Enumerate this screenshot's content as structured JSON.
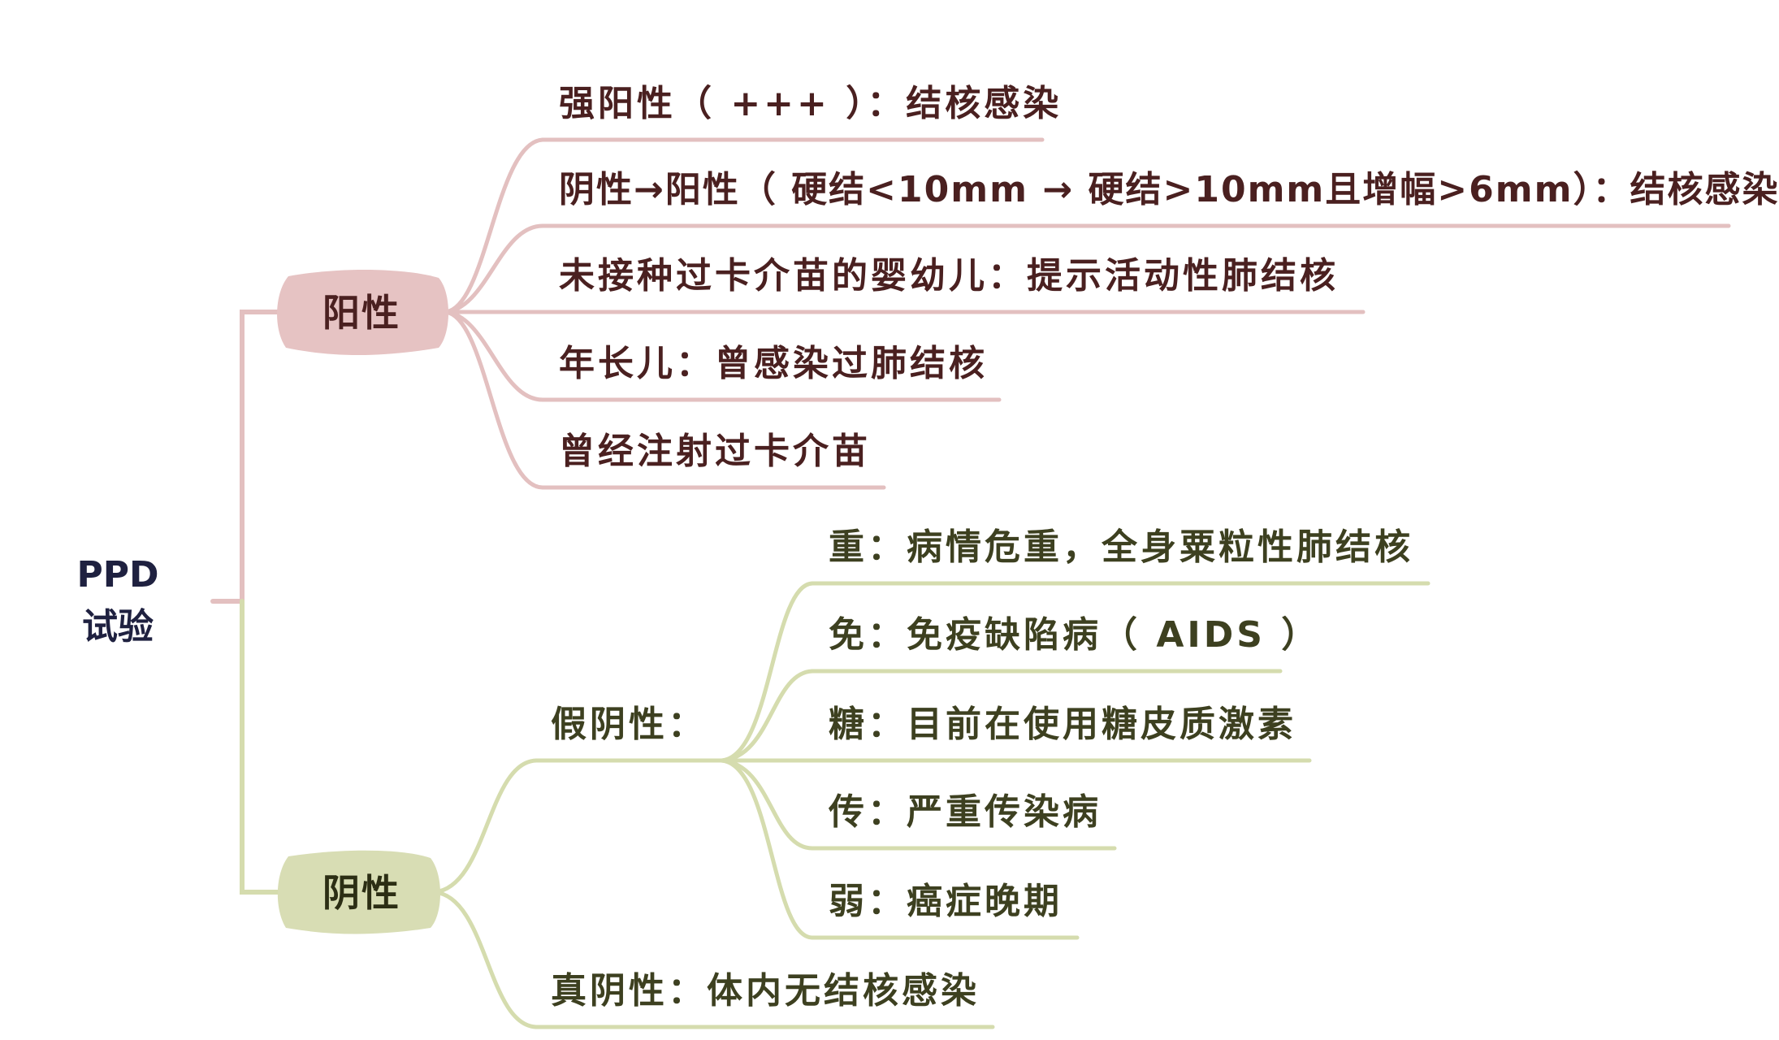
{
  "root": {
    "line1": "PPD",
    "line2": "试验"
  },
  "colors": {
    "positive_line": "#e3c0c0",
    "positive_fill": "#e6c3c3",
    "positive_text": "#4a2020",
    "negative_line": "#d5dcae",
    "negative_fill": "#d8ddb4",
    "negative_text": "#3d4020",
    "root_text": "#1f2140"
  },
  "positive": {
    "label": "阳性",
    "items": [
      "强阳性（ +++ ）：结核感染",
      "阴性→阳性（ 硬结<10mm → 硬结>10mm且增幅>6mm）：结核感染",
      "未接种过卡介苗的婴幼儿：提示活动性肺结核",
      "年长儿：曾感染过肺结核",
      "曾经注射过卡介苗"
    ]
  },
  "negative": {
    "label": "阴性",
    "false_negative": {
      "label": "假阴性：",
      "items": [
        "重：病情危重，全身粟粒性肺结核",
        "免：免疫缺陷病（ AIDS ）",
        "糖：目前在使用糖皮质激素",
        "传：严重传染病",
        "弱：癌症晚期"
      ]
    },
    "true_negative": "真阴性：体内无结核感染"
  }
}
